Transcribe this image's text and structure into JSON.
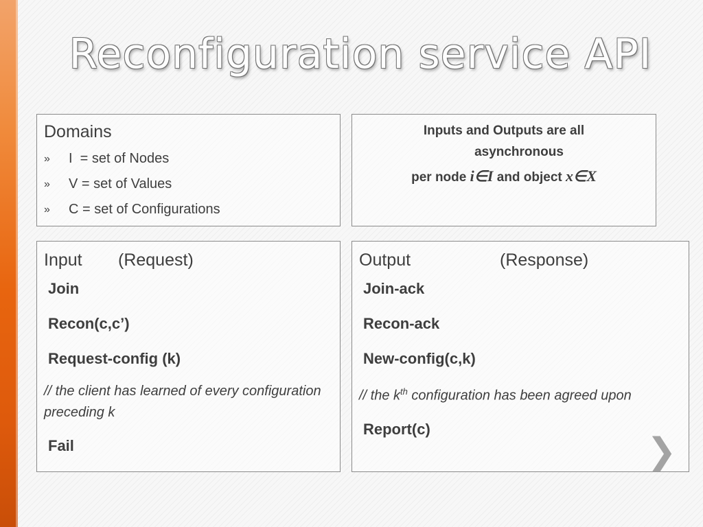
{
  "slide": {
    "title": "Reconfiguration service API"
  },
  "domains_box": {
    "heading": "Domains",
    "bullet_symbol": "»",
    "items": [
      "I  = set of Nodes",
      "V = set of Values",
      "C = set of Configurations"
    ]
  },
  "io_box": {
    "line1": "Inputs and Outputs are all",
    "line2": "asynchronous",
    "line3_prefix": "per node ",
    "line3_math1": "i∈I",
    "line3_mid": " and object ",
    "line3_math2": "x∈X"
  },
  "input_box": {
    "heading_left": "Input",
    "heading_right": "(Request)",
    "join": "Join",
    "recon": "Recon(c,c’)",
    "request_config": "Request-config (k)",
    "comment": "// the client has learned of every configuration preceding k",
    "fail": "Fail"
  },
  "output_box": {
    "heading_left": "Output",
    "heading_right": "(Response)",
    "join_ack": "Join-ack",
    "recon_ack": "Recon-ack",
    "new_config": "New-config(c,k)",
    "comment_prefix": "// the k",
    "comment_sup": "th",
    "comment_suffix": " configuration has been agreed upon",
    "report": "Report(c)"
  },
  "nav": {
    "next_symbol": "❯"
  },
  "colors": {
    "accent_sidebar": "#e8650f",
    "text": "#3e3e3e",
    "border": "#8a8a8a"
  }
}
